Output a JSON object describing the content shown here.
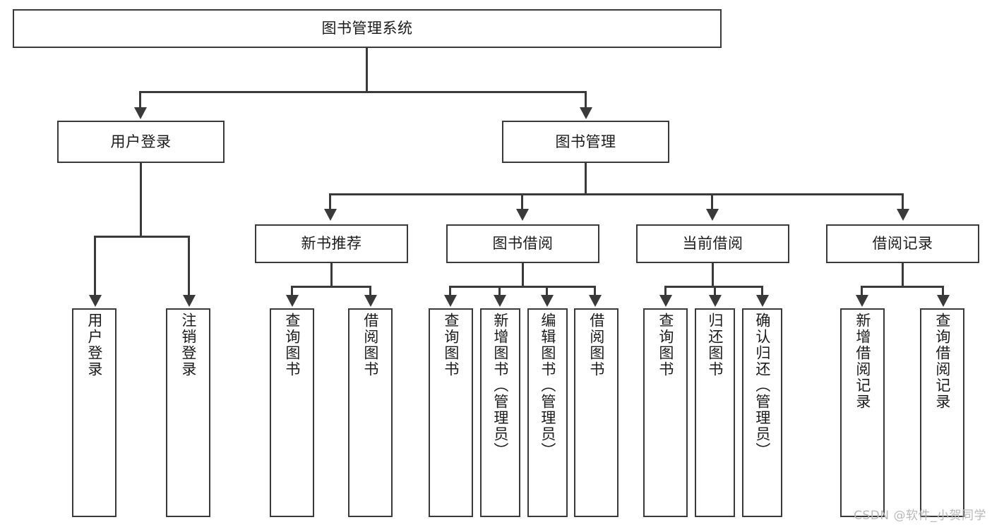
{
  "diagram": {
    "type": "tree-hierarchy-chart",
    "title": "图书管理系统",
    "watermark": "CSDN @软件_小贺同学",
    "colors": {
      "stroke": "#3a3a3a",
      "fill": "#ffffff",
      "text": "#1b1b1b",
      "watermark": "#b9b9b9"
    },
    "levels": {
      "root": {
        "label": "图书管理系统"
      },
      "level2": [
        {
          "id": "user-login",
          "label": "用户登录"
        },
        {
          "id": "book-management",
          "label": "图书管理"
        }
      ],
      "level3": [
        {
          "id": "new-book-recommend",
          "label": "新书推荐",
          "parent": "book-management"
        },
        {
          "id": "book-borrow",
          "label": "图书借阅",
          "parent": "book-management"
        },
        {
          "id": "current-borrow",
          "label": "当前借阅",
          "parent": "book-management"
        },
        {
          "id": "borrow-record",
          "label": "借阅记录",
          "parent": "book-management"
        }
      ],
      "leaves": [
        {
          "id": "leaf-user-login",
          "label": "用户登录",
          "parent": "user-login"
        },
        {
          "id": "leaf-logout-login",
          "label": "注销登录",
          "parent": "user-login"
        },
        {
          "id": "leaf-query-book-1",
          "label": "查询图书",
          "parent": "new-book-recommend"
        },
        {
          "id": "leaf-borrow-book-1",
          "label": "借阅图书",
          "parent": "new-book-recommend"
        },
        {
          "id": "leaf-query-book-2",
          "label": "查询图书",
          "parent": "book-borrow"
        },
        {
          "id": "leaf-add-book-admin",
          "label": "新增图书（管理员）",
          "parent": "book-borrow"
        },
        {
          "id": "leaf-edit-book-admin",
          "label": "编辑图书（管理员）",
          "parent": "book-borrow"
        },
        {
          "id": "leaf-borrow-book-2",
          "label": "借阅图书",
          "parent": "book-borrow"
        },
        {
          "id": "leaf-query-book-3",
          "label": "查询图书",
          "parent": "current-borrow"
        },
        {
          "id": "leaf-return-book",
          "label": "归还图书",
          "parent": "current-borrow"
        },
        {
          "id": "leaf-confirm-return-admin",
          "label": "确认归还（管理员）",
          "parent": "current-borrow"
        },
        {
          "id": "leaf-add-borrow-record",
          "label": "新增借阅记录",
          "parent": "borrow-record"
        },
        {
          "id": "leaf-query-borrow-record",
          "label": "查询借阅记录",
          "parent": "borrow-record"
        }
      ]
    }
  }
}
